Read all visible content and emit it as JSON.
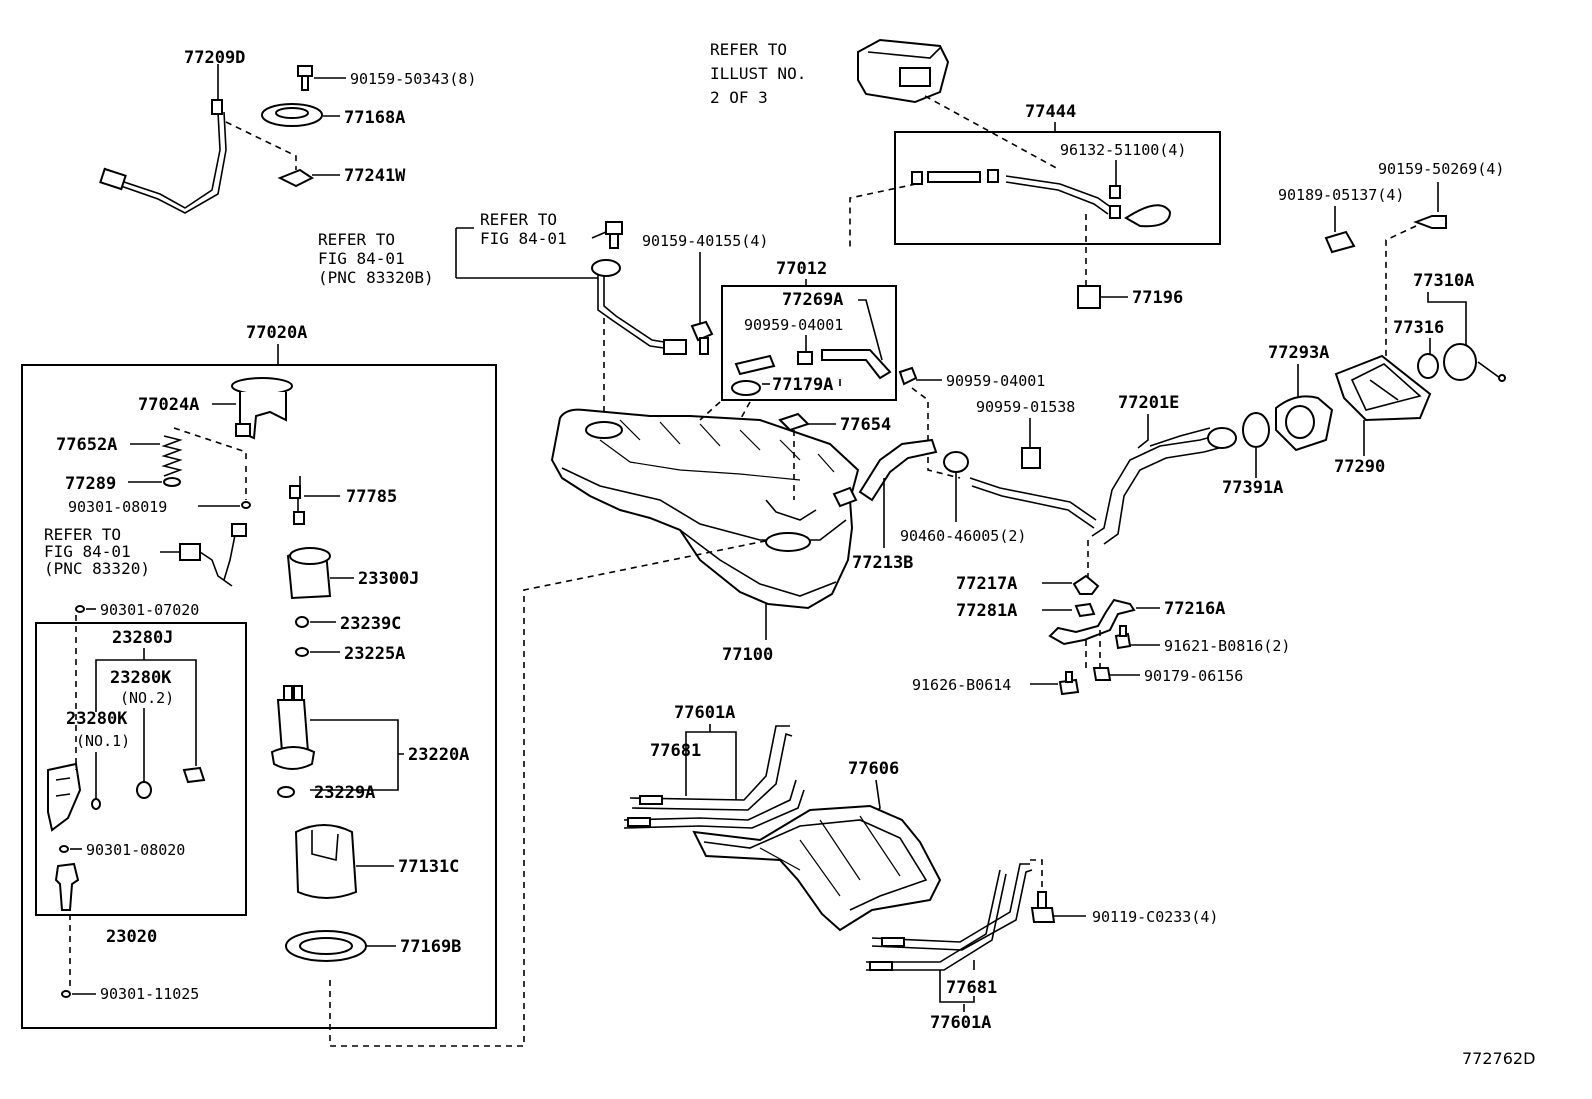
{
  "ref_illust": [
    "REFER TO",
    "ILLUST NO.",
    "2 OF 3"
  ],
  "ref_fig_a": [
    "REFER TO",
    "FIG 84-01",
    "(PNC 83320B)"
  ],
  "ref_fig_b": [
    "REFER TO",
    "FIG 84-01"
  ],
  "ref_fig_c": [
    "REFER TO",
    "FIG 84-01",
    "(PNC 83320)"
  ],
  "diagram_code": "772762D",
  "parts": {
    "p77209D": "77209D",
    "p90159_50343": "90159-50343(8)",
    "p77168A": "77168A",
    "p77241W": "77241W",
    "p90159_40155": "90159-40155(4)",
    "p77012": "77012",
    "p77269A": "77269A",
    "p90959_04001a": "90959-04001",
    "p77179A": "77179A",
    "p77444": "77444",
    "p96132_51100": "96132-51100(4)",
    "p77196": "77196",
    "p90159_50269": "90159-50269(4)",
    "p90189_05137": "90189-05137(4)",
    "p77310A": "77310A",
    "p77316": "77316",
    "p77293A": "77293A",
    "p77290": "77290",
    "p77391A": "77391A",
    "p90959_04001b": "90959-04001",
    "p90959_01538": "90959-01538",
    "p77201E": "77201E",
    "p77654": "77654",
    "p90460_46005": "90460-46005(2)",
    "p77213B": "77213B",
    "p77100": "77100",
    "p77217A": "77217A",
    "p77281A": "77281A",
    "p77216A": "77216A",
    "p91621_B0816": "91621-B0816(2)",
    "p91626_B0614": "91626-B0614",
    "p90179_06156": "90179-06156",
    "p77020A": "77020A",
    "p77024A": "77024A",
    "p77652A": "77652A",
    "p77289": "77289",
    "p90301_08019": "90301-08019",
    "p77785": "77785",
    "p23300J": "23300J",
    "p90301_07020": "90301-07020",
    "p23239C": "23239C",
    "p23225A": "23225A",
    "p23280J": "23280J",
    "p23280K_no2": "23280K",
    "no2": "(NO.2)",
    "p23280K_no1": "23280K",
    "no1": "(NO.1)",
    "p23220A": "23220A",
    "p23229A": "23229A",
    "p90301_08020": "90301-08020",
    "p77131C": "77131C",
    "p23020": "23020",
    "p77169B": "77169B",
    "p90301_11025": "90301-11025",
    "p77601A_top": "77601A",
    "p77681_top": "77681",
    "p77606": "77606",
    "p90119_C0233": "90119-C0233(4)",
    "p77681_bot": "77681",
    "p77601A_bot": "77601A"
  }
}
